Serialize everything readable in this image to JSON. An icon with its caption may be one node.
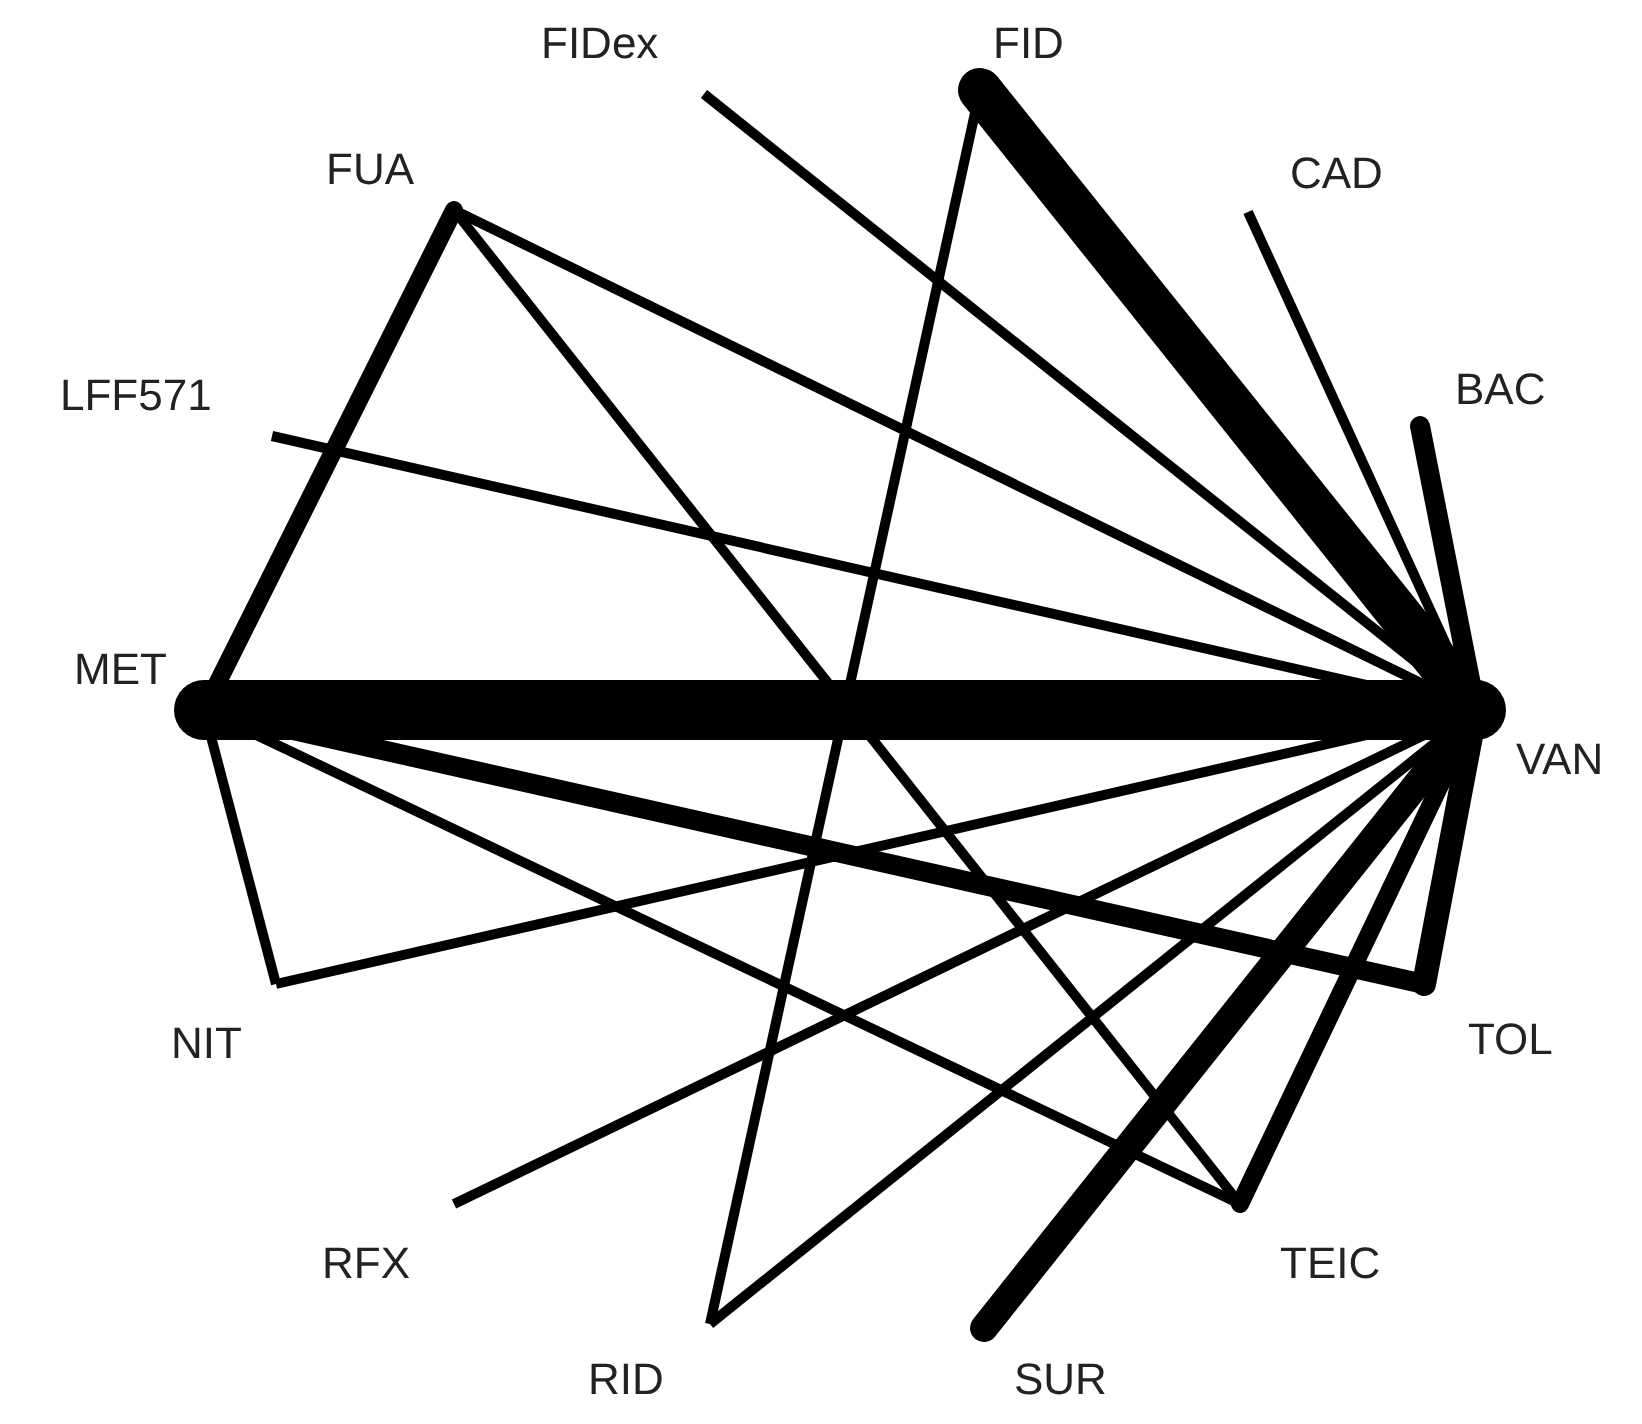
{
  "diagram": {
    "nodes": [
      {
        "text": [
          "FIDex"
        ]
      },
      {
        "text": [
          "FID"
        ]
      },
      {
        "text": [
          "CAD"
        ]
      },
      {
        "text": [
          "BAC"
        ]
      },
      {
        "text": [
          "VAN"
        ]
      },
      {
        "text": [
          "TOL"
        ]
      },
      {
        "text": [
          "TEIC"
        ]
      },
      {
        "text": [
          "SUR"
        ]
      },
      {
        "text": [
          "RID"
        ]
      },
      {
        "text": [
          "RFX"
        ]
      },
      {
        "text": [
          "NIT"
        ]
      },
      {
        "text": [
          "MET"
        ]
      },
      {
        "text": [
          "LFF571"
        ]
      },
      {
        "text": [
          "FUA"
        ]
      }
    ],
    "edges": [
      {
        "from": 0,
        "to": 4,
        "arrow": "none"
      },
      {
        "from": 1,
        "to": 4,
        "arrow": "none",
        "style": "thick"
      },
      {
        "from": 1,
        "to": 8,
        "arrow": "none"
      },
      {
        "from": 2,
        "to": 4,
        "arrow": "none"
      },
      {
        "from": 3,
        "to": 4,
        "arrow": "none",
        "style": "thick"
      },
      {
        "from": 13,
        "to": 4,
        "arrow": "none"
      },
      {
        "from": 13,
        "to": 11,
        "arrow": "none",
        "style": "thick"
      },
      {
        "from": 13,
        "to": 6,
        "arrow": "none"
      },
      {
        "from": 12,
        "to": 4,
        "arrow": "none"
      },
      {
        "from": 11,
        "to": 4,
        "arrow": "none",
        "style": "thick"
      },
      {
        "from": 11,
        "to": 10,
        "arrow": "none"
      },
      {
        "from": 10,
        "to": 4,
        "arrow": "none"
      },
      {
        "from": 11,
        "to": 5,
        "arrow": "none",
        "style": "thick"
      },
      {
        "from": 11,
        "to": 6,
        "arrow": "none"
      },
      {
        "from": 9,
        "to": 4,
        "arrow": "none"
      },
      {
        "from": 8,
        "to": 4,
        "arrow": "none"
      },
      {
        "from": 7,
        "to": 4,
        "arrow": "none",
        "style": "thick"
      },
      {
        "from": 6,
        "to": 4,
        "arrow": "none",
        "style": "thick"
      },
      {
        "from": 5,
        "to": 4,
        "arrow": "none",
        "style": "thick"
      }
    ]
  }
}
